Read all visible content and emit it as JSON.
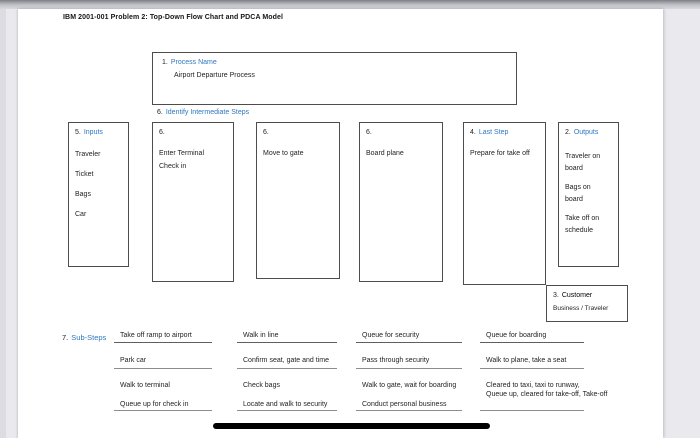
{
  "colors": {
    "accent_blue": "#2e78bf",
    "page_bg": "#ffffff",
    "chrome_gray": "#c2c2c9",
    "bar_black": "#000000"
  },
  "page": {
    "title": "IBM 2001-001 Problem 2: Top-Down Flow Chart and PDCA Model"
  },
  "flowchart": {
    "process": {
      "number": "1.",
      "label": "Process Name",
      "value": "Airport Departure Process"
    },
    "intermediate": {
      "number": "6.",
      "label": "Identify Intermediate Steps"
    },
    "inputs": {
      "number": "5.",
      "label": "Inputs",
      "items": [
        "Traveler",
        "Ticket",
        "Bags",
        "Car"
      ]
    },
    "steps": [
      {
        "number": "6.",
        "text": "Enter Terminal Check in"
      },
      {
        "number": "6.",
        "text": "Move to gate"
      },
      {
        "number": "6.",
        "text": "Board plane"
      }
    ],
    "last_step": {
      "number": "4.",
      "label": "Last Step",
      "text": "Prepare for take off"
    },
    "outputs": {
      "number": "2.",
      "label": "Outputs",
      "items": [
        "Traveler on board",
        "Bags on board",
        "Take off on schedule"
      ]
    },
    "customer": {
      "number": "3.",
      "label": "Customer",
      "value": "Business / Traveler"
    }
  },
  "sub_steps": {
    "number": "7.",
    "label": "Sub-Steps",
    "columns": [
      [
        "Take off ramp to airport",
        "Park car",
        "Walk to terminal",
        "Queue up for check in"
      ],
      [
        "Walk in line",
        "Confirm seat, gate and time",
        "Check bags",
        "Locate and walk to security"
      ],
      [
        "Queue for security",
        "Pass through security",
        "Walk to gate, wait for boarding",
        "Conduct personal business"
      ],
      [
        "Queue for boarding",
        "Walk to plane, take a seat",
        "Cleared to taxi, taxi to runway,\nQueue up, cleared for take-off, Take-off",
        ""
      ]
    ]
  }
}
